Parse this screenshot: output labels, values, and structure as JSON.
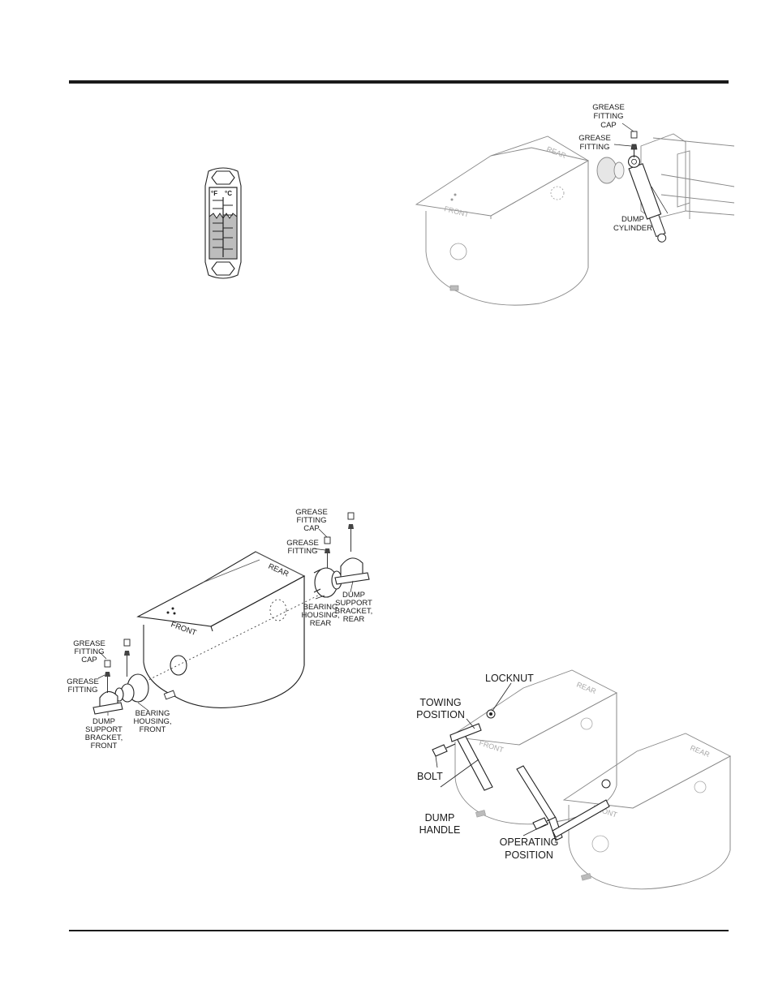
{
  "gauge": {
    "unit_f": "°F",
    "unit_c": "°C"
  },
  "figure_dump_cylinder": {
    "grease_fitting_cap": [
      "GREASE",
      "FITTING",
      "CAP"
    ],
    "grease_fitting": [
      "GREASE",
      "FITTING"
    ],
    "dump_cylinder": [
      "DUMP",
      "CYLINDER"
    ],
    "rear": "REAR",
    "front": "FRONT"
  },
  "figure_exploded": {
    "grease_fitting_cap_rear": [
      "GREASE",
      "FITTING",
      "CAP"
    ],
    "grease_fitting_rear": [
      "GREASE",
      "FITTING"
    ],
    "bearing_housing_rear": [
      "BEARING",
      "HOUSING,",
      "REAR"
    ],
    "dump_support_bracket_rear": [
      "DUMP",
      "SUPPORT",
      "BRACKET,",
      "REAR"
    ],
    "grease_fitting_cap_front": [
      "GREASE",
      "FITTING",
      "CAP"
    ],
    "grease_fitting_front": [
      "GREASE",
      "FITTING"
    ],
    "dump_support_bracket_front": [
      "DUMP",
      "SUPPORT",
      "BRACKET,",
      "FRONT"
    ],
    "bearing_housing_front": [
      "BEARING",
      "HOUSING,",
      "FRONT"
    ],
    "rear": "REAR",
    "front": "FRONT"
  },
  "figure_dump_handle": {
    "locknut": "LOCKNUT",
    "towing_position": [
      "TOWING",
      "POSITION"
    ],
    "bolt": "BOLT",
    "dump_handle": [
      "DUMP",
      "HANDLE"
    ],
    "operating_position": [
      "OPERATING",
      "POSITION"
    ],
    "rear": "REAR",
    "front": "FRONT"
  }
}
